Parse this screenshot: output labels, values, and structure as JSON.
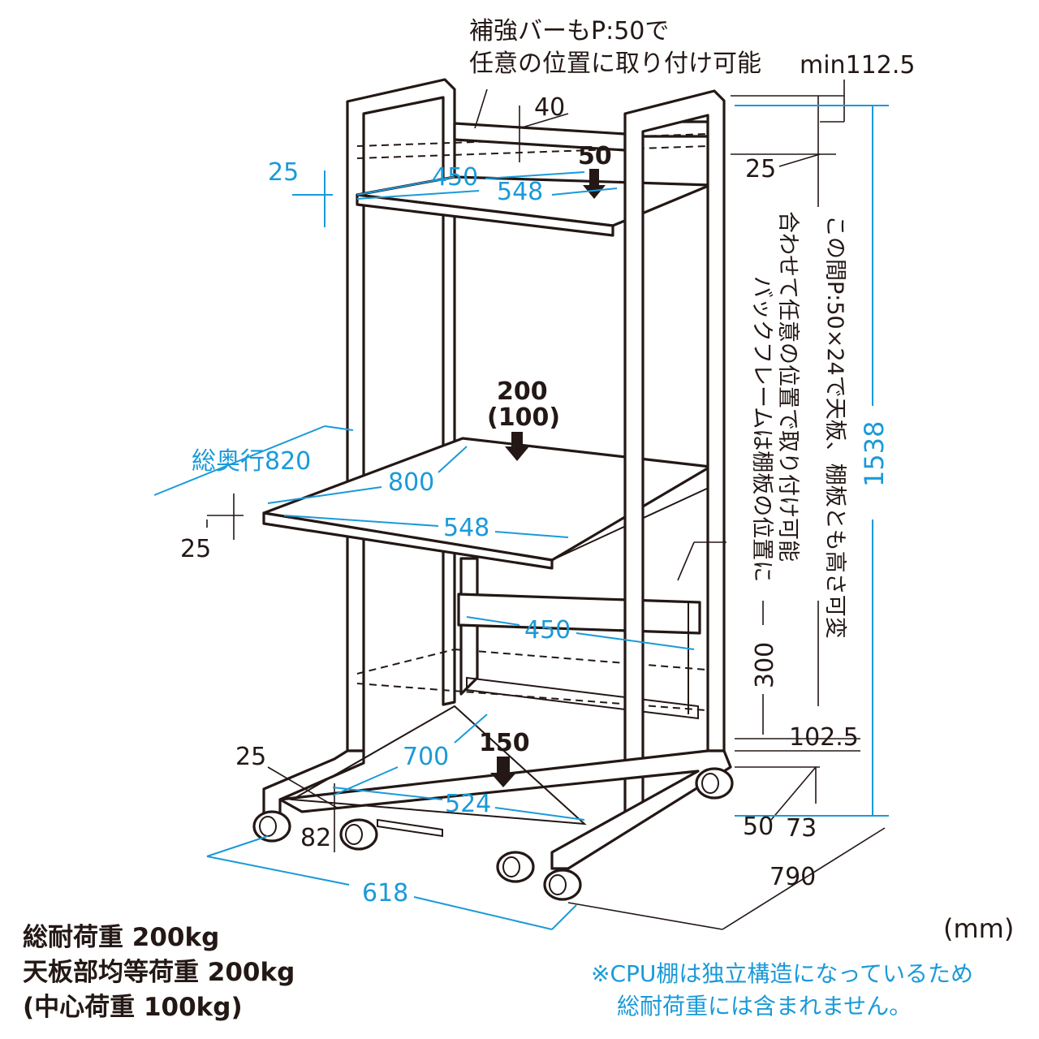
{
  "colors": {
    "line": "#231815",
    "dimension": "#1a9ad8",
    "background": "#ffffff"
  },
  "top_note": {
    "line1": "補強バーもP:50で",
    "line2": "任意の位置に取り付け可能"
  },
  "labels": {
    "min_top": "min112.5",
    "bar_40": "40",
    "load_top": "50",
    "right_25": "25",
    "left_25_top": "25",
    "top_depth_450": "450",
    "top_width_548": "548",
    "load_mid": "200",
    "load_mid_sub": "(100)",
    "total_depth": "総奥行820",
    "mid_depth_800": "800",
    "mid_width_548": "548",
    "left_25_mid": "25",
    "cpu_450": "450",
    "gap_300": "300",
    "gap_102_5": "102.5",
    "load_bottom": "150",
    "left_25_bottom": "25",
    "bottom_depth_700": "700",
    "bottom_width_524": "524",
    "height_82": "82",
    "base_50": "50",
    "base_73": "73",
    "depth_790": "790",
    "width_618": "618",
    "height_1538": "1538"
  },
  "vertical_notes": {
    "back_frame_1": "バックフレームは棚板の位置に",
    "back_frame_2": "合わせて任意の位置で取り付け可能",
    "pitch": "この間P:50×24で天板、棚板とも高さ可変"
  },
  "footer": {
    "total_load": "総耐荷重 200kg",
    "top_load": "天板部均等荷重 200kg",
    "center_load": "(中心荷重 100kg)",
    "unit": "(mm)",
    "cpu_note_1": "※CPU棚は独立構造になっているため",
    "cpu_note_2": "総耐荷重には含まれません。"
  }
}
